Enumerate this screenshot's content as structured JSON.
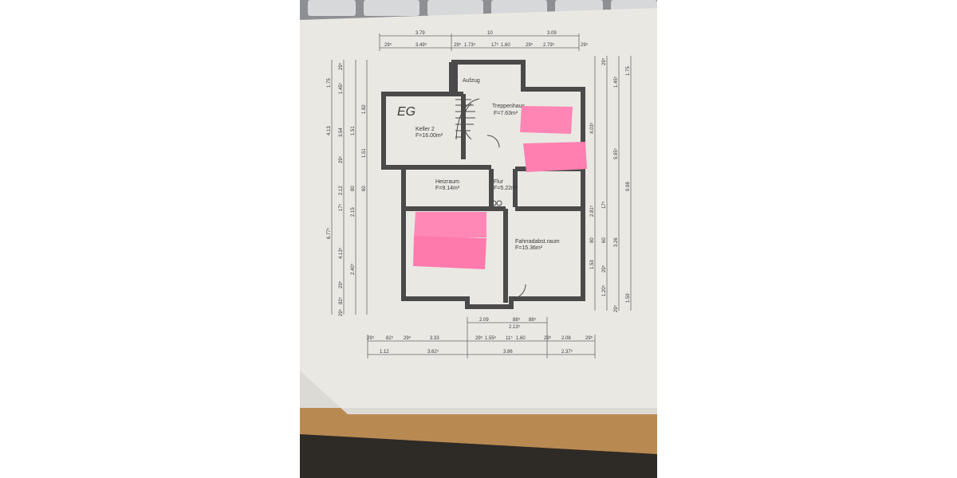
{
  "plan": {
    "title": "EG",
    "rooms": [
      {
        "name": "Aufzug",
        "area": ""
      },
      {
        "name": "Treppenhaus",
        "area": "F=7.63m²"
      },
      {
        "name": "Keller 2",
        "area": "F=16.00m²"
      },
      {
        "name": "Heizraum",
        "area": "F=9.14m²"
      },
      {
        "name": "Flur",
        "area": "F=5.22m²"
      },
      {
        "name": "Fahrradabst.raum",
        "area": "F=15.36m²"
      }
    ]
  },
  "dimensions": {
    "top_total": [
      "3.79",
      "10",
      "3.09"
    ],
    "top_detail": [
      "29⁵",
      "3.49⁵",
      "29⁵",
      "1.73⁵",
      "17⁵",
      "1.60",
      "29⁵",
      "2.79⁵",
      "29⁵"
    ],
    "bottom_inner": [
      "2.09",
      "88⁵",
      "88⁵",
      "2.13⁵"
    ],
    "bottom_detail": [
      "29⁵",
      "82⁵",
      "29⁵",
      "3.33",
      "29⁵",
      "1.55⁵",
      "11⁵",
      "1.60",
      "29⁵",
      "2.08",
      "29⁵"
    ],
    "bottom_total": [
      "1.12",
      "3.62⁵",
      "3.86",
      "2.37⁵"
    ],
    "left_outer": [
      "1.75",
      "4.13",
      "6.77⁵"
    ],
    "left_mid": [
      "29⁵",
      "1.45⁵",
      "3.54",
      "29⁵",
      "2.12",
      "17⁵",
      "4.13⁵",
      "29⁵",
      "82⁵",
      "29⁵"
    ],
    "left_inner": [
      "1.82",
      "1.51",
      "2.15",
      "2.40⁵",
      "1.51",
      "80",
      "60"
    ],
    "right_outer": [
      "1.75",
      "5.95⁵",
      "9.98",
      "1.59"
    ],
    "right_mid": [
      "29⁵",
      "1.45⁵",
      "4.03⁵",
      "17⁵",
      "3.26",
      "29⁵",
      "1.20⁵",
      "29⁵"
    ],
    "right_inner": [
      "2.81⁵",
      "1.53",
      "80",
      "60"
    ]
  }
}
